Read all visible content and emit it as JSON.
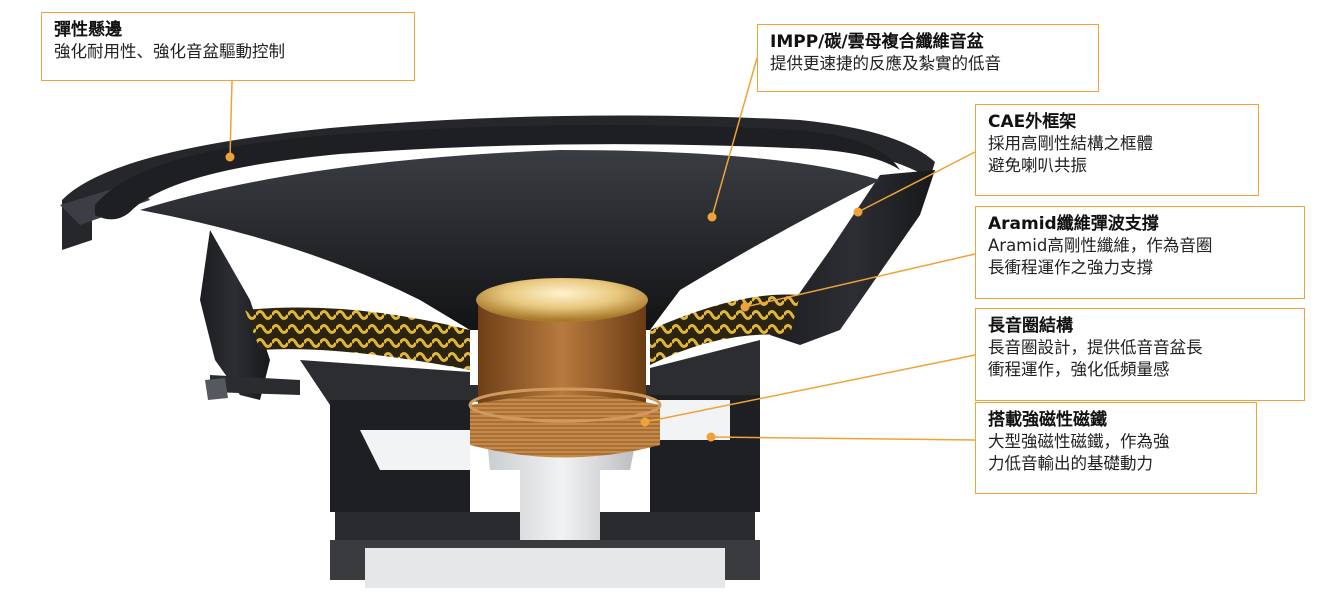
{
  "colors": {
    "accent": "#f0a23a",
    "text": "#222222"
  },
  "callouts": {
    "surround": {
      "title": "彈性懸邊",
      "lines": [
        "強化耐用性、強化音盆驅動控制"
      ]
    },
    "cone": {
      "title": "IMPP/碳/雲母複合纖維音盆",
      "lines": [
        "提供更速捷的反應及紮實的低音"
      ]
    },
    "frame": {
      "title": "CAE外框架",
      "lines": [
        "採用高剛性結構之框體",
        "避免喇叭共振"
      ]
    },
    "spider": {
      "title": "Aramid纖維彈波支撐",
      "lines": [
        "Aramid高剛性纖維，作為音圈",
        "長衝程運作之強力支撐"
      ]
    },
    "coil": {
      "title": "長音圈結構",
      "lines": [
        "長音圈設計，提供低音音盆長",
        "衝程運作，強化低頻量感"
      ]
    },
    "magnet": {
      "title": "搭載強磁性磁鐵",
      "lines": [
        "大型強磁性磁鐵，作為強",
        "力低音輸出的基礎動力"
      ]
    }
  }
}
